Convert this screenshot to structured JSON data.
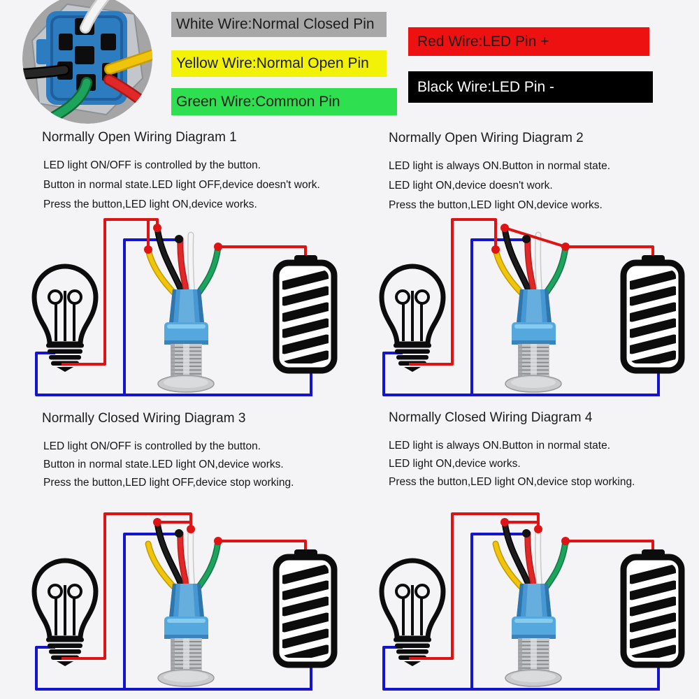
{
  "page": {
    "background": "#f4f4f7"
  },
  "legend": {
    "items": [
      {
        "id": "white-wire",
        "text": "White Wire:Normal Closed Pin",
        "bg": "#a7a7a7",
        "fg": "#1c1c1c"
      },
      {
        "id": "yellow-wire",
        "text": "Yellow Wire:Normal Open Pin",
        "bg": "#f2f207",
        "fg": "#1c1c1c"
      },
      {
        "id": "green-wire",
        "text": "Green Wire:Common Pin",
        "bg": "#2ee04f",
        "fg": "#1c1c1c"
      },
      {
        "id": "red-wire",
        "text": "Red Wire:LED Pin +",
        "bg": "#ee1111",
        "fg": "#1c1c1c"
      },
      {
        "id": "black-wire",
        "text": "Black Wire:LED Pin -",
        "bg": "#000000",
        "fg": "#ffffff"
      }
    ]
  },
  "connector_photo": {
    "description": "back view of push button switch connector",
    "wires": [
      "white",
      "yellow",
      "red",
      "green",
      "black"
    ]
  },
  "colors": {
    "schematic_red": "#de1414",
    "schematic_blue": "#1414cf",
    "junction_black": "#111111",
    "wire_yellow": "#f0c40a",
    "wire_black": "#1b1b1b",
    "wire_red": "#e02828",
    "wire_white": "#f4f4f4",
    "wire_green": "#1ea35c",
    "button_blue": "#4697d2",
    "chrome_silver": "#c6c8ca",
    "icon_black": "#0c0c0c"
  },
  "diagrams": [
    {
      "number": "1",
      "title": "Normally Open Wiring Diagram 1",
      "lines": [
        "LED light ON/OFF is controlled by the button.",
        "Button in normal state.LED light OFF,device doesn't work.",
        "Press the button,LED light ON,device works."
      ],
      "variant": "v1",
      "components": [
        "light-bulb",
        "push-button-switch",
        "battery"
      ],
      "connections": {
        "bulb_red_feed_to": [
          "black-wire",
          "yellow-wire"
        ],
        "blue_line_to": [
          "red-wire"
        ],
        "battery_positive_to": [
          "green-wire"
        ],
        "unconnected": [
          "white-wire"
        ]
      }
    },
    {
      "number": "2",
      "title": "Normally Open Wiring Diagram 2",
      "lines": [
        "LED light is always ON.Button in normal state.",
        "LED light ON,device doesn't work.",
        "Press the button,LED light ON,device works."
      ],
      "variant": "v2",
      "components": [
        "light-bulb",
        "push-button-switch",
        "battery"
      ],
      "connections": {
        "bulb_red_feed_to": [
          "yellow-wire"
        ],
        "blue_line_to": [
          "red-wire"
        ],
        "battery_positive_to": [
          "green-wire",
          "black-wire"
        ],
        "unconnected": [
          "white-wire"
        ]
      }
    },
    {
      "number": "3",
      "title": "Normally Closed Wiring Diagram 3",
      "lines": [
        "LED light ON/OFF is controlled by the button.",
        "Button in normal state.LED light ON,device works.",
        "Press the button,LED light OFF,device stop working."
      ],
      "variant": "v3",
      "components": [
        "light-bulb",
        "push-button-switch",
        "battery"
      ],
      "connections": {
        "bulb_red_feed_to": [
          "white-wire",
          "black-wire"
        ],
        "blue_line_to": [
          "red-wire"
        ],
        "battery_positive_to": [
          "green-wire"
        ],
        "unconnected": [
          "yellow-wire"
        ]
      }
    },
    {
      "number": "4",
      "title": "Normally Closed Wiring Diagram 4",
      "lines": [
        "LED light is always ON.Button in normal state.",
        "LED light ON,device works.",
        "Press the button,LED light ON,device stop working."
      ],
      "variant": "v3",
      "components": [
        "light-bulb",
        "push-button-switch",
        "battery"
      ],
      "connections": {
        "bulb_red_feed_to": [
          "white-wire",
          "black-wire"
        ],
        "blue_line_to": [
          "red-wire"
        ],
        "battery_positive_to": [
          "green-wire"
        ],
        "unconnected": [
          "yellow-wire"
        ]
      }
    }
  ]
}
